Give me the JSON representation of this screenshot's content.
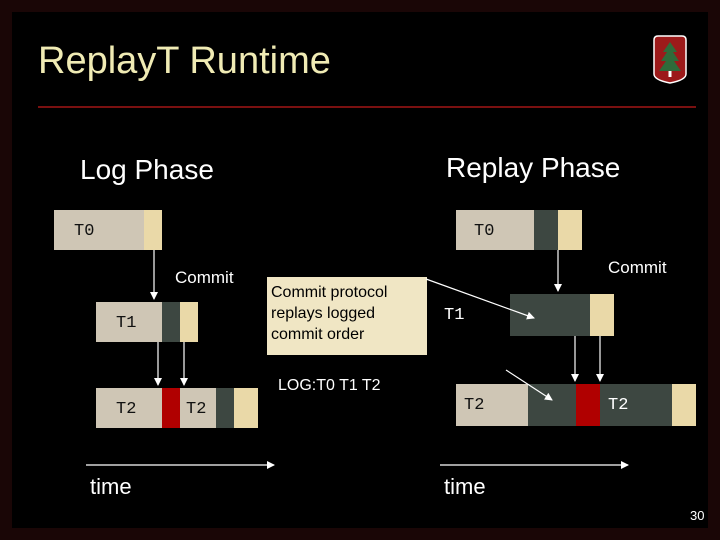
{
  "slide": {
    "title": "ReplayT Runtime",
    "page_number": "30",
    "accent_color": "#7a1010",
    "title_color": "#f0ebb4"
  },
  "logo": {
    "icon": "stanford-tree-logo-icon"
  },
  "log_phase": {
    "heading": "Log Phase",
    "t0_label": "T0",
    "t1_label": "T1",
    "t2_label": "T2",
    "t2_resume_label": "T2",
    "commit_label": "Commit",
    "time_label": "time"
  },
  "replay_phase": {
    "heading": "Replay Phase",
    "t0_label": "T0",
    "t1_label": "T1",
    "t2_label": "T2",
    "t2_resume_label": "T2",
    "commit_label": "Commit",
    "time_label": "time"
  },
  "note": {
    "line1": "Commit protocol",
    "line2": "replays logged",
    "line3": "commit order"
  },
  "log_text": "LOG:T0 T1 T2"
}
